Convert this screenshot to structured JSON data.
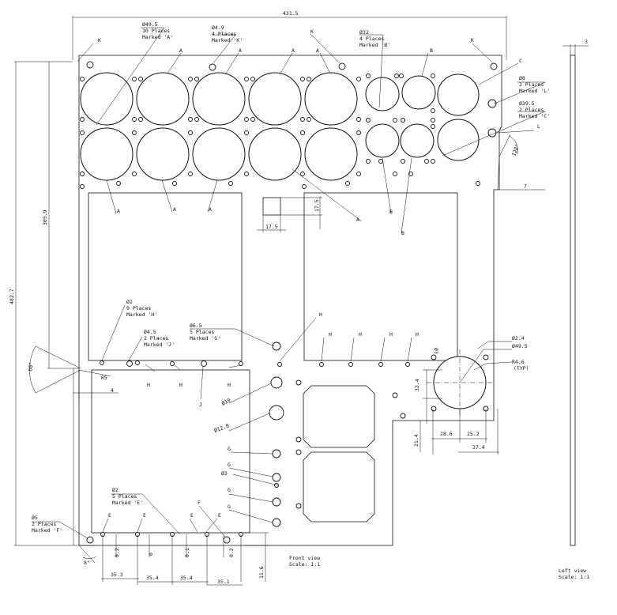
{
  "dimensions": {
    "overall_width": "431.5",
    "overall_height": "482.7",
    "upper_height": "305.9",
    "side_thickness": "3",
    "square_w": "17.5",
    "square_h": "17.5",
    "dim_7": "7",
    "dim_4": "4",
    "r5": "R5",
    "angle_60": "60°",
    "angle_120": "120°",
    "angle_8": "8°",
    "bot_35_3": "35.3",
    "bot_35_4a": "35.4",
    "bot_35_4b": "35.4",
    "bot_35_1": "35.1",
    "v_0_2a": "0.2",
    "v_0": "0",
    "v_0_1": "0.1",
    "v_0_2b": "0.2",
    "v_11_6": "11.6",
    "d_32_4": "32.4",
    "d_28_6": "28.6",
    "d_25_2": "25.2",
    "d_37_4": "37.4",
    "d_21_4": "21.4",
    "phi3_right": "Ø3"
  },
  "callouts": {
    "a": {
      "dia": "Ø49.5",
      "l1": "10 Places",
      "l2": "Marked 'A'"
    },
    "k": {
      "dia": "Ø4.9",
      "l1": "4 Places",
      "l2": "Marked 'K'"
    },
    "b": {
      "dia": "Ø32",
      "l1": "4 Places",
      "l2": "Marked 'B'"
    },
    "l": {
      "dia": "Ø8",
      "l1": "2 Places",
      "l2": "Marked 'L'"
    },
    "c": {
      "dia": "Ø39.5",
      "l1": "2 Places",
      "l2": "Marked 'C'"
    },
    "h": {
      "dia": "Ø2",
      "l1": "9 Places",
      "l2": "Marked 'H'"
    },
    "j": {
      "dia": "Ø4.5",
      "l1": "2 Places",
      "l2": "Marked 'J'"
    },
    "g": {
      "dia": "Ø6.5",
      "l1": "5 Places",
      "l2": "Marked 'G'"
    },
    "e": {
      "dia": "Ø2",
      "l1": "5 Places",
      "l2": "Marked 'E'"
    },
    "f": {
      "dia": "Ø5",
      "l1": "2 Places",
      "l2": "Marked 'F'"
    },
    "phi10": "Ø10",
    "phi12_8": "Ø12.8",
    "phi3": "Ø3",
    "phi2_4": "Ø2.4",
    "phi49_5b": "Ø49.5",
    "r4_6": "R4.6",
    "typ": "(TYP)"
  },
  "letters": {
    "A": "A",
    "B": "B",
    "C": "C",
    "K": "K",
    "L": "L",
    "H": "H",
    "J": "J",
    "G": "G",
    "E": "E",
    "F": "F"
  },
  "views": {
    "front_title": "Front view",
    "front_scale": "Scale:  1:1",
    "left_title": "Left view",
    "left_scale": "Scale:  1:1"
  }
}
